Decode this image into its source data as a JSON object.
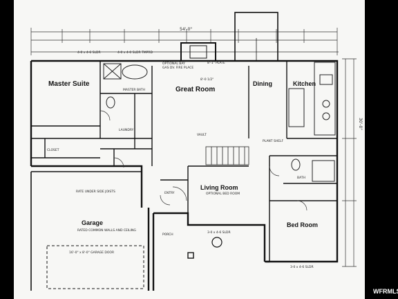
{
  "rooms": {
    "master_suite": "Master Suite",
    "great_room": "Great Room",
    "dining": "Dining",
    "kitchen": "Kitchen",
    "living_room": "Living Room",
    "bed_room": "Bed Room",
    "garage": "Garage"
  },
  "notes": {
    "optional_bay": "OPTIONAL BAY",
    "gas_fireplace": "GAS DV. FIRE PLACE",
    "plate": "8'-1\" PLATE",
    "master_bath": "MASTER BATH",
    "laundry": "LAUNDRY",
    "closet": "CLOSET",
    "plant_shelf": "PLANT SHELF",
    "optional_bed_room": "OPTIONAL BED ROOM",
    "entry": "ENTRY",
    "porch": "PORCH",
    "bath": "BATH",
    "rated_common_walls": "RATED COMMON WALLS AND CEILING",
    "garage_door": "16'-0\" x 8'-0\" GARAGE DOOR",
    "rate_under_side": "RATE UNDER SIDE JOISTS",
    "vault": "VAULT",
    "dim_ceiling": "8'-0 1/2\"",
    "win_top_1": "4-0 x 4-6 SLDR",
    "win_top_2": "4-0 x 4-0 SLDR TMPRD",
    "win_bottom_1": "3-0 x 4-6 SLDR",
    "win_bottom_2": "3-0 x 4-6 SLDR",
    "dim_total": "54'-0\"",
    "dim_right": "30'-0\""
  },
  "watermark": "WFRMLS"
}
